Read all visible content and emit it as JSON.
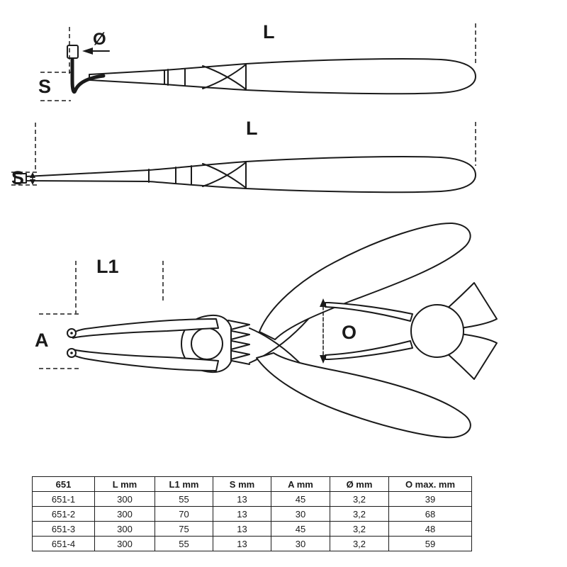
{
  "colors": {
    "line": "#1a1a1a",
    "background": "#ffffff"
  },
  "drawings": {
    "bent_tip_view": {
      "label_length": "L",
      "label_tip_height": "S",
      "label_diameter": "Ø"
    },
    "straight_tip_view": {
      "label_length": "L",
      "label_tip_height": "S"
    },
    "full_view": {
      "label_jaw_length": "L1",
      "label_tip_gap": "A",
      "label_max_opening": "O"
    }
  },
  "table": {
    "headers": [
      "651",
      "L mm",
      "L1 mm",
      "S mm",
      "A mm",
      "Ø mm",
      "O max. mm"
    ],
    "rows": [
      [
        "651-1",
        "300",
        "55",
        "13",
        "45",
        "3,2",
        "39"
      ],
      [
        "651-2",
        "300",
        "70",
        "13",
        "30",
        "3,2",
        "68"
      ],
      [
        "651-3",
        "300",
        "75",
        "13",
        "45",
        "3,2",
        "48"
      ],
      [
        "651-4",
        "300",
        "55",
        "13",
        "30",
        "3,2",
        "59"
      ]
    ]
  }
}
